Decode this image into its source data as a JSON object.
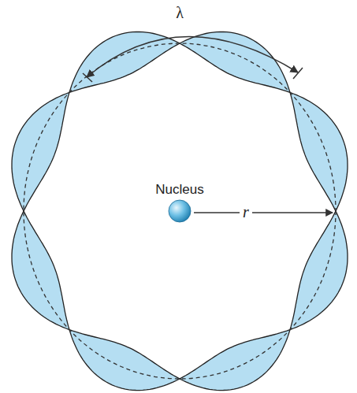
{
  "diagram": {
    "nodes": [
      {
        "text": [
          "Nucleus"
        ]
      }
    ],
    "labels": [
      "λ",
      "r"
    ]
  }
}
